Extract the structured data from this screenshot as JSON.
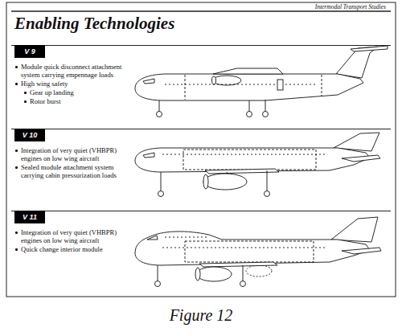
{
  "diagram": {
    "title": "Enabling Technologies",
    "caption": "Figure 12",
    "nodes": [
      {
        "text": [
          "V 9",
          "Module quick disconnect attachment system carrying empennage loads",
          "High wing safety",
          "Gear up landing",
          "Rotor burst"
        ]
      },
      {
        "text": [
          "V 10",
          "Integration of very quiet (VHBPR) engines on low wing aircraft",
          "Sealed module attachment system carrying cabin pressurization loads"
        ]
      },
      {
        "text": [
          "V 11",
          "Integration of very quiet (VHBPR) engines on low wing aircraft",
          "Quick change interior module"
        ]
      }
    ],
    "labels": [
      "Intermodal Transport Studies"
    ]
  }
}
